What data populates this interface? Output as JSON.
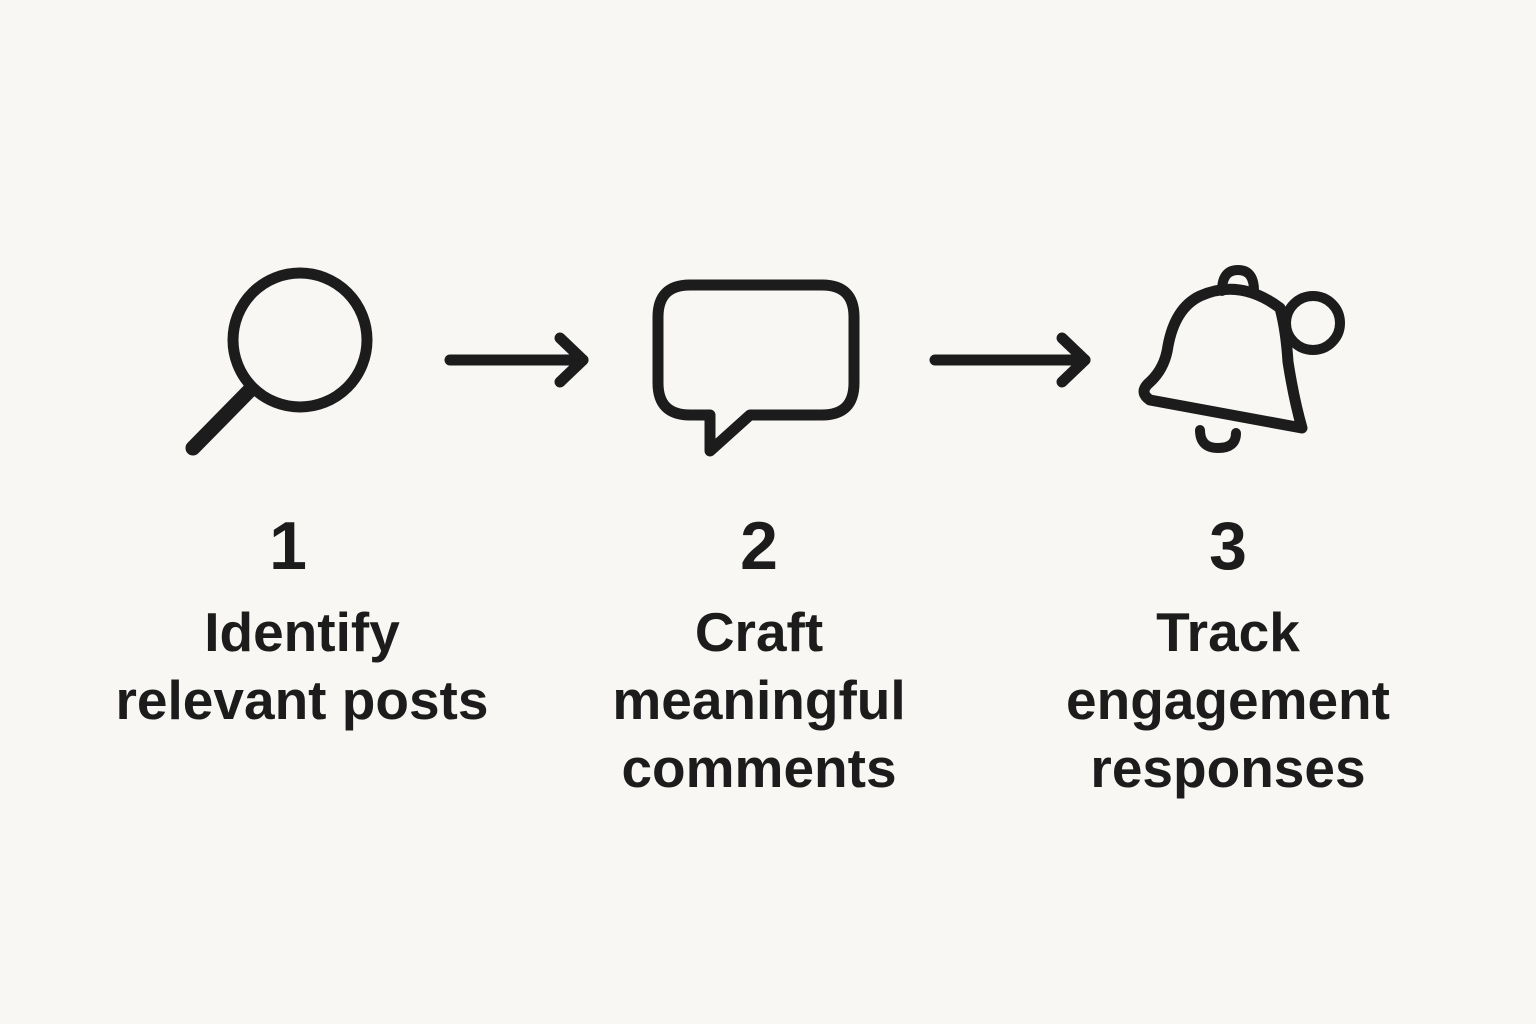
{
  "steps": [
    {
      "number": "1",
      "icon": "search-icon",
      "label_lines": [
        "Identify",
        "relevant posts"
      ]
    },
    {
      "number": "2",
      "icon": "speech-bubble-icon",
      "label_lines": [
        "Craft",
        "meaningful",
        "comments"
      ]
    },
    {
      "number": "3",
      "icon": "bell-icon",
      "label_lines": [
        "Track",
        "engagement",
        "responses"
      ]
    }
  ],
  "connectors": [
    {
      "from": "1",
      "to": "2",
      "icon": "arrow-right-icon"
    },
    {
      "from": "2",
      "to": "3",
      "icon": "arrow-right-icon"
    }
  ],
  "colors": {
    "background": "#f9f7f3",
    "ink": "#1c1c1c"
  }
}
